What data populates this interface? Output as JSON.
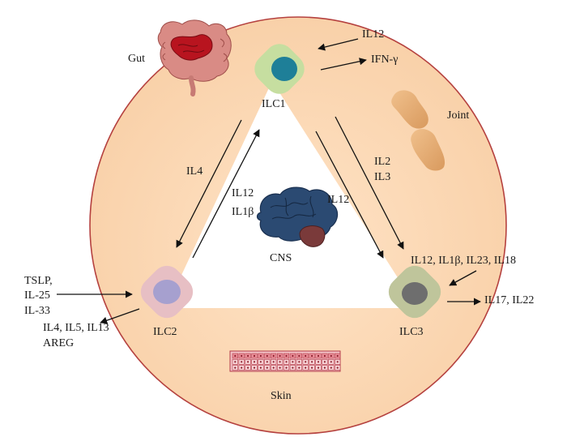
{
  "diagram": {
    "cells": [
      {
        "id": "ilc1",
        "label": "ILC1",
        "outer": "#c6dea0",
        "inner": "#1e7f98"
      },
      {
        "id": "ilc2",
        "label": "ILC2",
        "outer": "#e7bfc4",
        "inner": "#a6a0cf"
      },
      {
        "id": "ilc3",
        "label": "ILC3",
        "outer": "#bfc59b",
        "inner": "#6e6e6e"
      }
    ],
    "organs": {
      "gut": "Gut",
      "joint": "Joint",
      "cns": "CNS",
      "skin": "Skin"
    },
    "edge_labels": {
      "ilc1_to_ilc2": "IL4",
      "ilc2_to_ilc1_line1": "IL12",
      "ilc2_to_ilc1_line2": "IL1β",
      "ilc1_to_ilc3_inner": "IL12",
      "ilc1_to_ilc3_outer_line1": "IL2",
      "ilc1_to_ilc3_outer_line2": "IL3"
    },
    "ilc1_inputs": "IL12",
    "ilc1_outputs": "IFN-γ",
    "ilc2_inputs": [
      "TSLP,",
      "IL-25",
      "IL-33"
    ],
    "ilc2_outputs": [
      "IL4, IL5, IL13",
      "AREG"
    ],
    "ilc3_inputs": "IL12, IL1β, IL23, IL18",
    "ilc3_outputs": "IL17, IL22",
    "colors": {
      "circle_fill": "#fbd6b3",
      "circle_stroke": "#b5413f",
      "triangle_fill": "#ffffff"
    }
  }
}
